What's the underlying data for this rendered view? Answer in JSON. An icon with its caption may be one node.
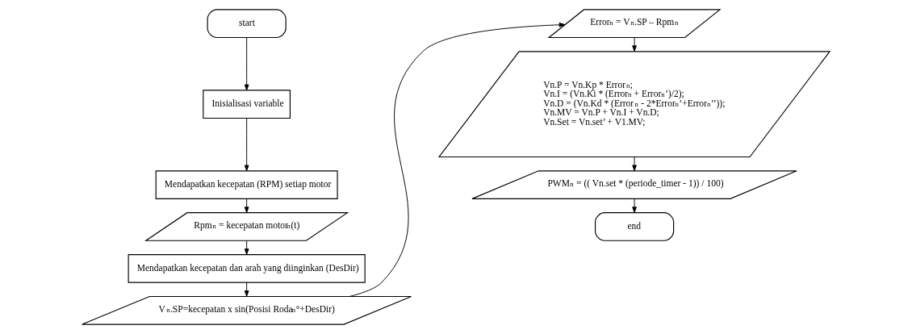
{
  "diagram": {
    "nodes": [
      {
        "text": [
          "start"
        ]
      },
      {
        "text": [
          "Inisialisasi variable"
        ]
      },
      {
        "text": [
          "Mendapatkan kecepatan (RPM) setiap motor"
        ]
      },
      {
        "text": [
          "Rpm$_{n}$ = kecepatan motor$_{n}$(t)"
        ]
      },
      {
        "text": [
          "Mendapatkan kecepatan dan arah yang diinginkan (DesDir)"
        ]
      },
      {
        "text": [
          "V$_{n}$.SP=kecepatan x sin(Posisi Roda$_{n}$°+DesDir)"
        ]
      },
      {
        "text": [
          "Error$_{n}$ = V$_{n}$.SP – Rpm$_{n}$"
        ]
      },
      {
        "text": [
          "Vn.P = Vn.Kp * Error$_{n}$;",
          "Vn.I = (Vn.Ki * (Error$_{n}$ + Error$_{n}$’)/2);",
          "Vn.D = (Vn.Kd * (Error$_{n}$ - 2*Error$_{n}$’+Error$_{n}$’’));",
          "Vn.MV = Vn.P + Vn.I + Vn.D;",
          "Vn.Set = Vn.set’ + V1.MV;"
        ]
      },
      {
        "text": [
          "PWM$_{n}$ = (( Vn.set * (periode_timer - 1)) / 100)"
        ]
      },
      {
        "text": [
          "end"
        ]
      }
    ],
    "edges": [
      {
        "from": 0,
        "to": 1,
        "arrow": "to"
      },
      {
        "from": 1,
        "to": 2,
        "arrow": "to"
      },
      {
        "from": 2,
        "to": 3,
        "arrow": "to"
      },
      {
        "from": 3,
        "to": 4,
        "arrow": "to"
      },
      {
        "from": 4,
        "to": 5,
        "arrow": "to"
      },
      {
        "from": 5,
        "to": 6,
        "arrow": "to"
      },
      {
        "from": 6,
        "to": 7,
        "arrow": "to"
      },
      {
        "from": 7,
        "to": 8,
        "arrow": "to"
      },
      {
        "from": 8,
        "to": 9,
        "arrow": "to"
      }
    ]
  }
}
